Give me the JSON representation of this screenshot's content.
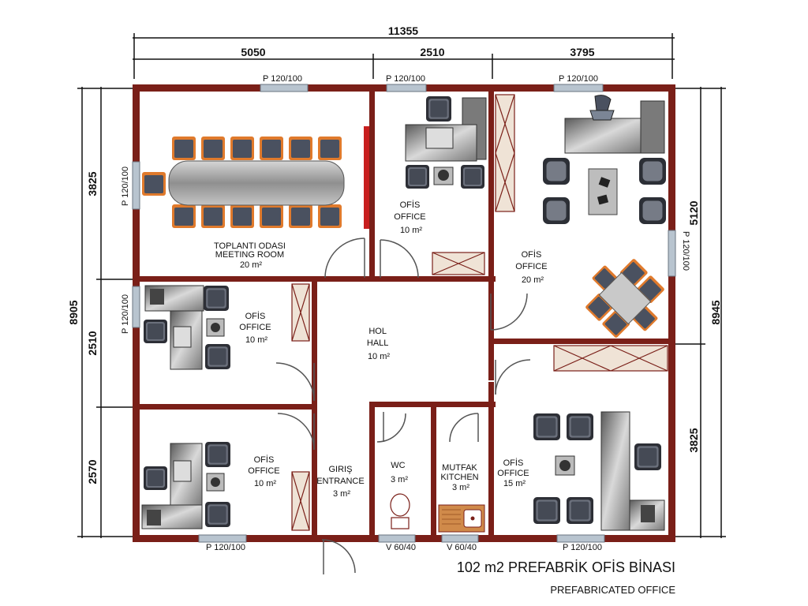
{
  "title": {
    "main": "102 m2 PREFABRİK OFİS BİNASI",
    "sub": "PREFABRICATED OFFICE"
  },
  "dimensions": {
    "overall_width": "11355",
    "top_segments": [
      "5050",
      "2510",
      "3795"
    ],
    "left_overall": "8905",
    "left_segments": [
      "3825",
      "2510",
      "2570"
    ],
    "right_overall": "8945",
    "right_segments": [
      "5120",
      "3825"
    ]
  },
  "windows": {
    "top_meeting": "P 120/100",
    "top_office_small": "P 120/100",
    "top_office_right": "P 120/100",
    "left_meeting": "P 120/100",
    "left_office_mid": "P 120/100",
    "right_office": "P 120/100",
    "bottom_left": "P 120/100",
    "bottom_wc": "V 60/40",
    "bottom_kitchen": "V 60/40",
    "bottom_right": "P 120/100"
  },
  "rooms": {
    "meeting": [
      "TOPLANTI ODASI",
      "MEETING ROOM",
      "20 m²"
    ],
    "office_top_mid": [
      "OFİS",
      "OFFICE",
      "10 m²"
    ],
    "office_top_right": [
      "OFİS",
      "OFFICE",
      "20 m²"
    ],
    "office_mid_left": [
      "OFİS",
      "OFFICE",
      "10 m²"
    ],
    "hall": [
      "HOL",
      "HALL",
      "10 m²"
    ],
    "office_bottom_left": [
      "OFİS",
      "OFFICE",
      "10 m²"
    ],
    "entrance": [
      "GIRIŞ",
      "ENTRANCE",
      "3 m²"
    ],
    "wc": [
      "WC",
      "3 m²"
    ],
    "kitchen": [
      "MUTFAK",
      "KITCHEN",
      "3 m²"
    ],
    "office_bottom_right": [
      "OFİS",
      "OFFICE",
      "15 m²"
    ]
  },
  "colors": {
    "wall": "#7a1f18",
    "chair_frame": "#e07a2c",
    "chair_seat": "#4a5160",
    "furniture": "#8c8c8c",
    "window": "#b8c4cf"
  }
}
